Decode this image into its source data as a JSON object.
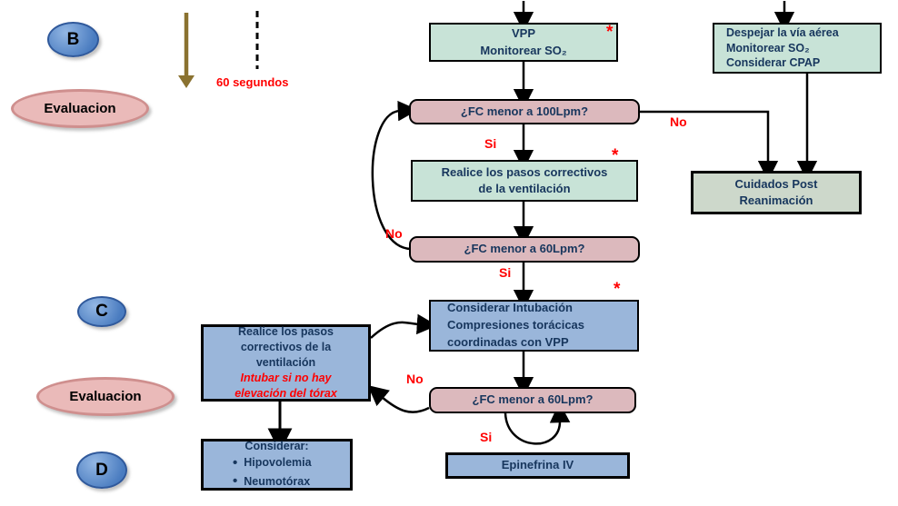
{
  "stages": {
    "b": "B",
    "c": "C",
    "d": "D",
    "evaluacion": "Evaluacion",
    "timer": "60 segundos"
  },
  "edge_labels": {
    "fc100_si": "Si",
    "fc100_no": "No",
    "fc60a_no": "No",
    "fc60a_si": "Si",
    "fc60b_no": "No",
    "fc60b_si": "Si"
  },
  "annotations": {
    "asterisk": "*"
  },
  "nodes": {
    "vpp": {
      "lines": [
        "VPP",
        "Monitorear SO₂"
      ]
    },
    "airway": {
      "lines": [
        "Despejar la vía aérea",
        "Monitorear SO₂",
        "Considerar CPAP"
      ]
    },
    "fc100": {
      "label": "¿FC menor a 100Lpm?"
    },
    "corrective1": {
      "lines": [
        "Realice los pasos correctivos",
        "de la ventilación"
      ]
    },
    "postcare": {
      "lines": [
        "Cuidados Post",
        "Reanimación"
      ]
    },
    "fc60a": {
      "label": "¿FC menor a 60Lpm?"
    },
    "intubation": {
      "lines": [
        "Considerar Intubación",
        "Compresiones torácicas",
        "coordinadas con VPP"
      ]
    },
    "corrective2": {
      "lines": [
        "Realice los pasos",
        "correctivos de la",
        "ventilación"
      ],
      "warning_lines": [
        "Intubar si no hay",
        "elevación del tórax"
      ]
    },
    "fc60b": {
      "label": "¿FC menor a 60Lpm?"
    },
    "consider": {
      "title": "Considerar:",
      "items": [
        "Hipovolemia",
        "Neumotórax"
      ]
    },
    "epinephrine": {
      "label": "Epinefrina IV"
    }
  },
  "colors": {
    "mint_box": "#c8e3d7",
    "pink_box": "#dcb9bd",
    "blue_box": "#9ab6da",
    "gray_green_box": "#cdd8cb",
    "blue_ellipse": "#4a7cc0",
    "pink_ellipse": "#eabab9",
    "navy_text": "#17365d",
    "red_accent": "#ff0000",
    "olive_arrow": "#8a7230"
  }
}
